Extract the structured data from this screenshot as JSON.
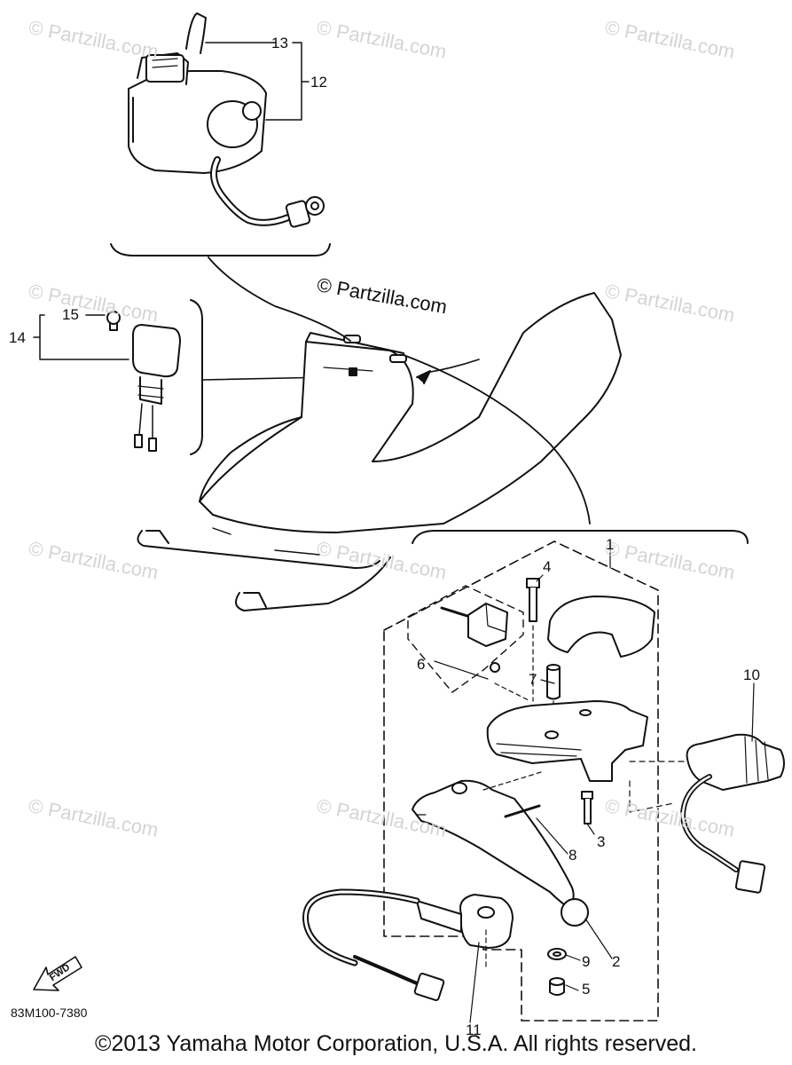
{
  "watermark_text": "© Partzilla.com",
  "center_watermark": "© Partzilla.com",
  "callouts": {
    "c1": "1",
    "c2": "2",
    "c3": "3",
    "c4": "4",
    "c5": "5",
    "c6": "6",
    "c7": "7",
    "c8": "8",
    "c9": "9",
    "c10": "10",
    "c11": "11",
    "c12": "12",
    "c13": "13",
    "c14": "14",
    "c15": "15"
  },
  "fwd_label": "FWD",
  "diagram_code": "83M100-7380",
  "copyright": "©2013  Yamaha Motor Corporation, U.S.A. All rights reserved."
}
